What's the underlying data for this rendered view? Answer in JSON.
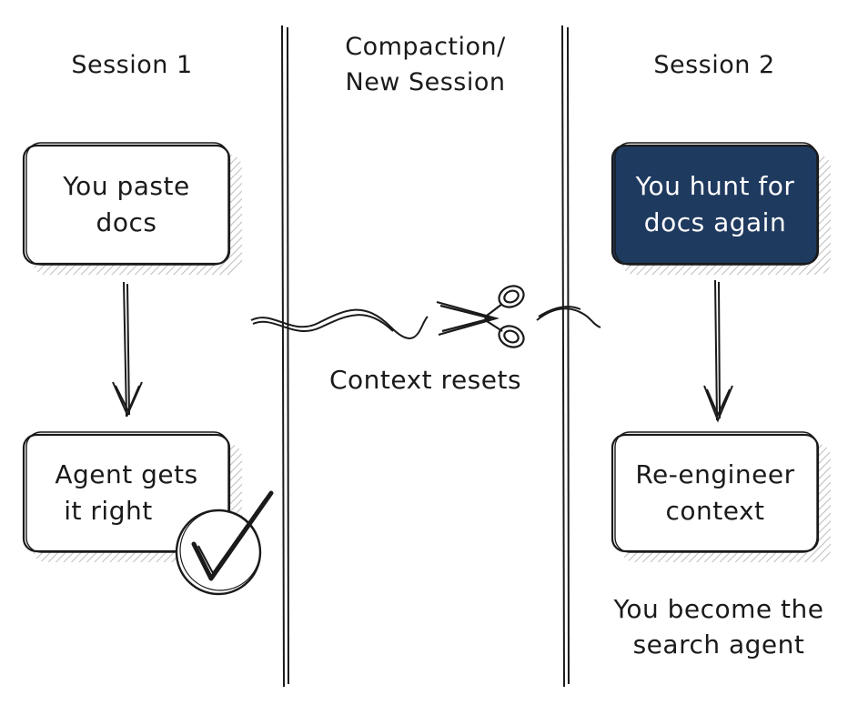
{
  "columns": {
    "session1": {
      "title": "Session 1"
    },
    "compaction": {
      "title_line1": "Compaction/",
      "title_line2": "New Session",
      "caption": "Context resets"
    },
    "session2": {
      "title": "Session 2"
    }
  },
  "boxes": {
    "paste_docs": {
      "line1": "You paste",
      "line2": "docs"
    },
    "agent_right": {
      "line1": "Agent gets",
      "line2": "it right"
    },
    "hunt_docs": {
      "line1": "You hunt for",
      "line2": "docs again"
    },
    "reengineer": {
      "line1": "Re-engineer",
      "line2": "context"
    }
  },
  "footer_note": {
    "line1": "You become the",
    "line2": "search agent"
  },
  "colors": {
    "ink": "#1a1a1a",
    "highlight_box": "#1f3a5f",
    "shadow_hatch": "#bdbdbd"
  },
  "icons": [
    "scissors-icon",
    "checkmark-icon"
  ]
}
